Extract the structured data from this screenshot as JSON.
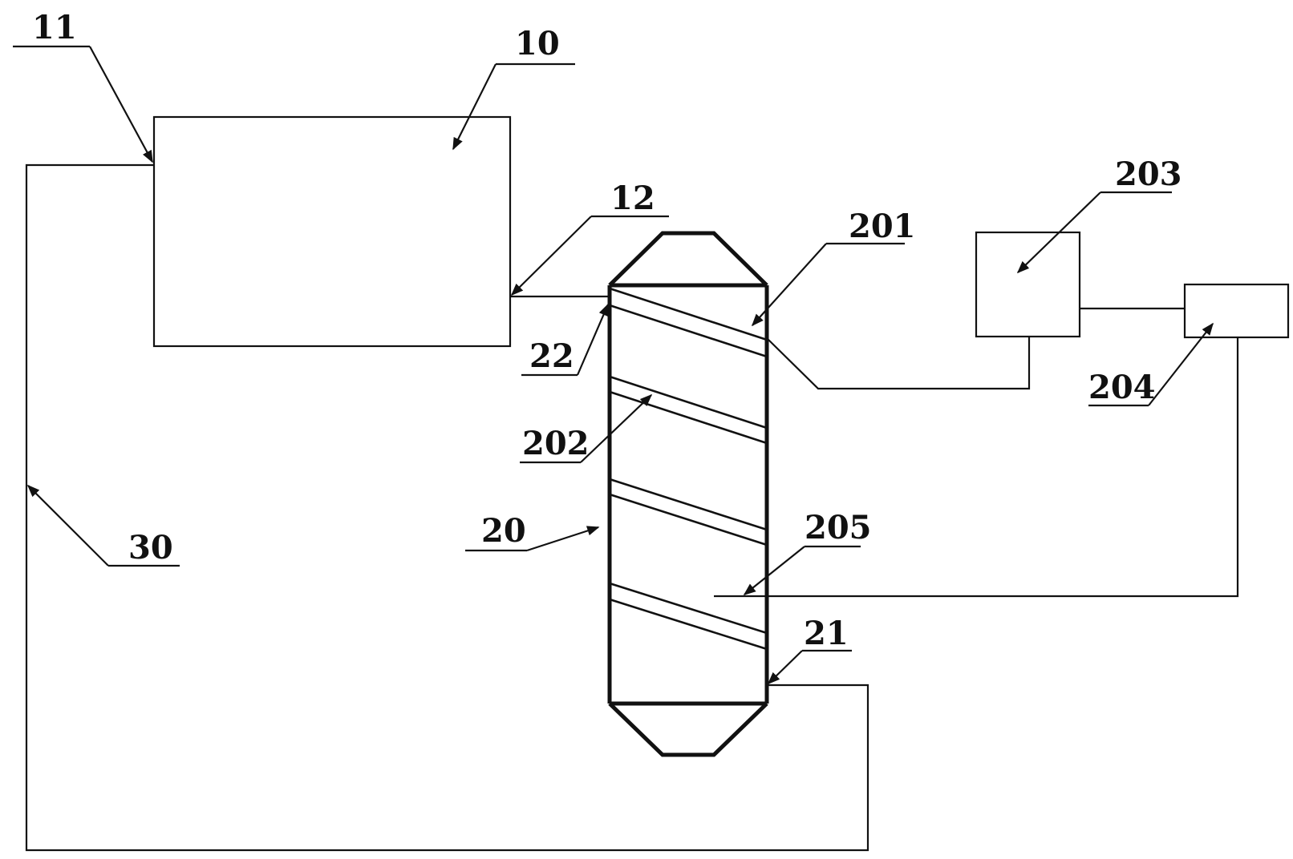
{
  "labels": {
    "l11": "11",
    "l10": "10",
    "l12": "12",
    "l22": "22",
    "l201": "201",
    "l202": "202",
    "l203": "203",
    "l204": "204",
    "l205": "205",
    "l20": "20",
    "l21": "21",
    "l30": "30"
  }
}
